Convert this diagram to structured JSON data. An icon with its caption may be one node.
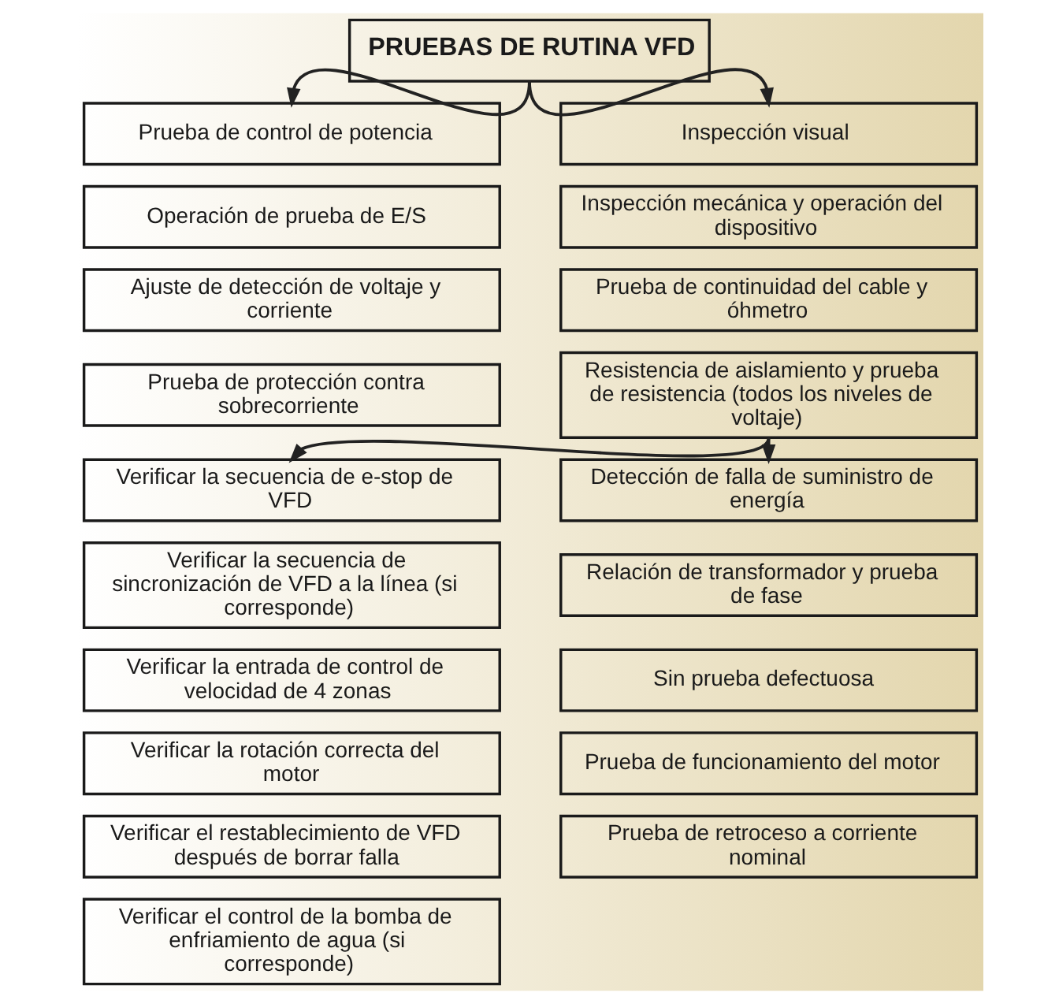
{
  "diagram": {
    "nodes": [
      {
        "text": [
          "PRUEBAS DE RUTINA VFD"
        ]
      },
      {
        "text": [
          "Prueba de control de potencia"
        ]
      },
      {
        "text": [
          "Operación de prueba de E/S"
        ]
      },
      {
        "text": [
          "Ajuste de detección de voltaje y corriente"
        ]
      },
      {
        "text": [
          "Prueba de protección contra sobrecorriente"
        ]
      },
      {
        "text": [
          "Inspección visual"
        ]
      },
      {
        "text": [
          "Inspección mecánica y operación del dispositivo"
        ]
      },
      {
        "text": [
          "Prueba de continuidad del cable y óhmetro"
        ]
      },
      {
        "text": [
          "Resistencia de aislamiento y prueba de resistencia (todos los niveles de voltaje)"
        ]
      },
      {
        "text": [
          "Verificar la secuencia de e-stop de VFD"
        ]
      },
      {
        "text": [
          "Verificar la secuencia de sincronización de VFD a la línea (si corresponde)"
        ]
      },
      {
        "text": [
          "Verificar la entrada de control de velocidad de 4 zonas"
        ]
      },
      {
        "text": [
          "Verificar la rotación correcta del motor"
        ]
      },
      {
        "text": [
          "Verificar el restablecimiento de VFD después de borrar falla"
        ]
      },
      {
        "text": [
          "Verificar el control de la bomba de enfriamiento de agua (si corresponde)"
        ]
      },
      {
        "text": [
          "Detección de falla de suministro de energía"
        ]
      },
      {
        "text": [
          "Relación de transformador y prueba de fase"
        ]
      },
      {
        "text": [
          "Sin prueba defectuosa"
        ]
      },
      {
        "text": [
          "Prueba de funcionamiento del motor"
        ]
      },
      {
        "text": [
          "Prueba de retroceso a corriente nominal"
        ]
      }
    ],
    "edges": [
      {
        "from": 0,
        "to": 1,
        "arrow": "to"
      },
      {
        "from": 0,
        "to": 5,
        "arrow": "to"
      },
      {
        "from": 8,
        "to": 9,
        "arrow": "to"
      },
      {
        "from": 8,
        "to": 15,
        "arrow": "to"
      }
    ]
  }
}
